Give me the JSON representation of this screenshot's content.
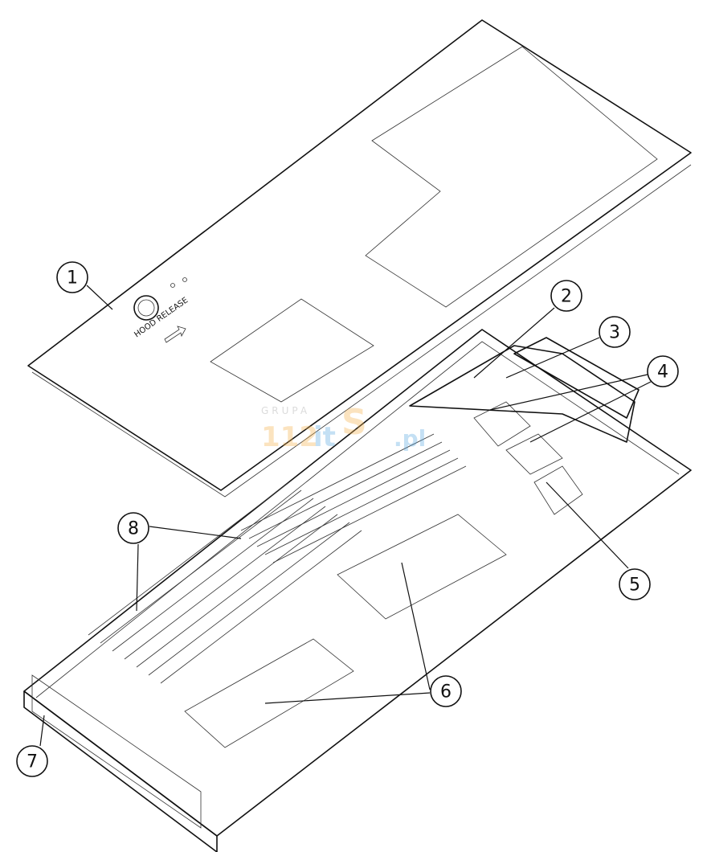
{
  "diagram": {
    "cover_label": "HOOD RELEASE",
    "watermark": "GRUPA 112it S .pl",
    "callouts": [
      "1",
      "2",
      "3",
      "4",
      "5",
      "6",
      "7",
      "8"
    ]
  }
}
